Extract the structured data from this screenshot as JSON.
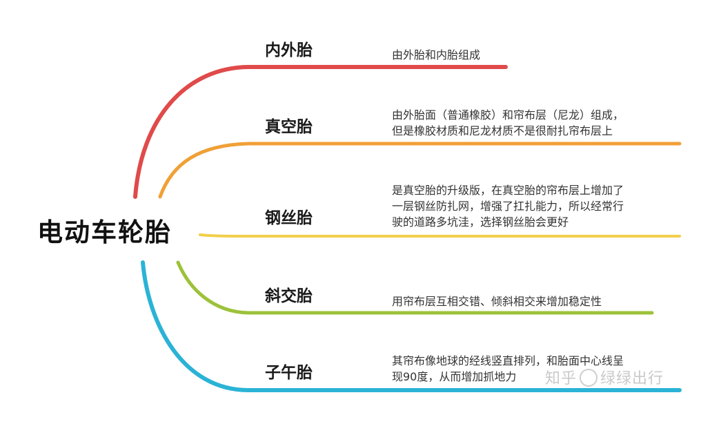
{
  "root": {
    "title": "电动车轮胎"
  },
  "branches": [
    {
      "title": "内外胎",
      "color": "#e04a4a",
      "desc": [
        "由外胎和内胎组成"
      ]
    },
    {
      "title": "真空胎",
      "color": "#f0a037",
      "desc": [
        "由外胎面（普通橡胶）和帘布层（尼龙）组成，",
        "但是橡胶材质和尼龙材质不是很耐扎帘布层上"
      ]
    },
    {
      "title": "钢丝胎",
      "color": "#f2cf4a",
      "desc": [
        "是真空胎的升级版，在真空胎的帘布层上增加了",
        "一层钢丝防扎网，增强了扛扎能力，所以经常行",
        "驶的道路多坑洼，选择钢丝胎会更好"
      ]
    },
    {
      "title": "斜交胎",
      "color": "#9cc23a",
      "desc": [
        "用帘布层互相交错、倾斜相交来增加稳定性"
      ]
    },
    {
      "title": "子午胎",
      "color": "#2bb3d6",
      "desc": [
        "其帘布像地球的经线竖直排列，和胎面中心线呈",
        "现90度，从而增加抓地力"
      ]
    }
  ],
  "watermark": {
    "left": "知乎",
    "right": "绿绿出行"
  }
}
